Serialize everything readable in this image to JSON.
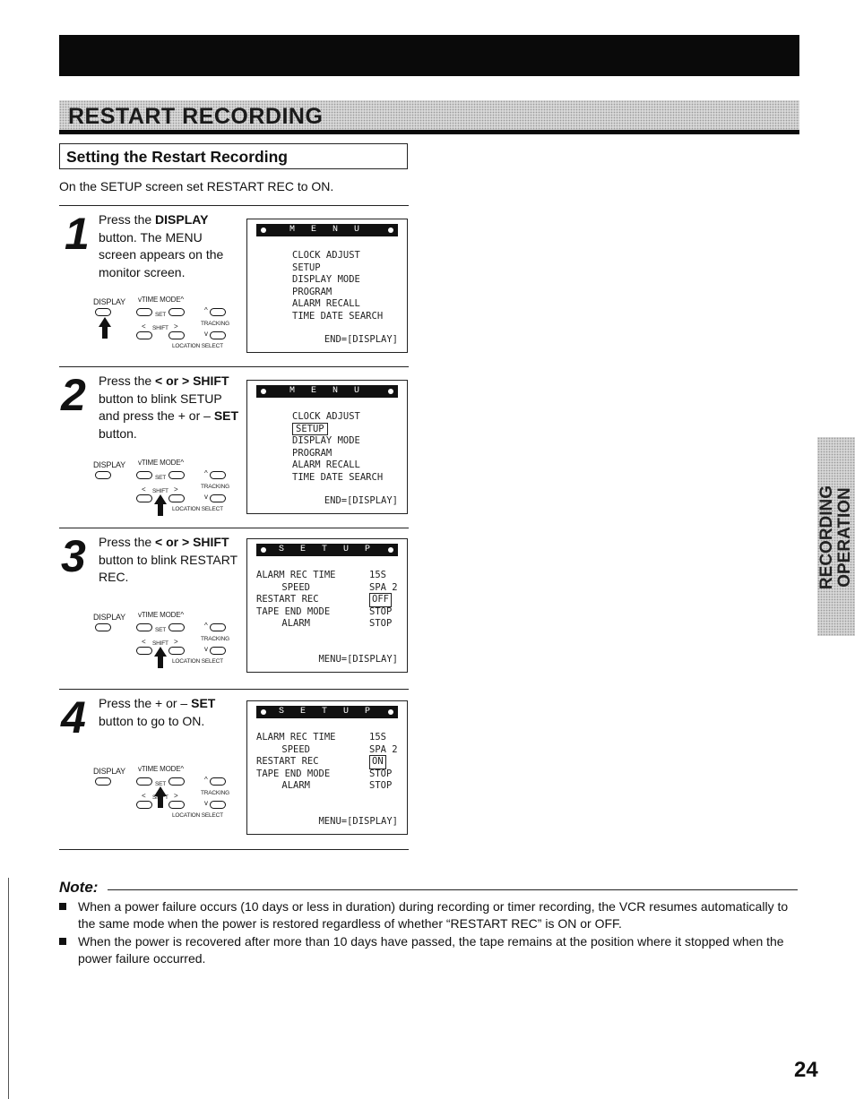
{
  "page_title": "RESTART RECORDING",
  "section_title": "Setting the Restart Recording",
  "intro": "On the SETUP screen set RESTART REC to ON.",
  "steps": [
    {
      "num": "1",
      "text_parts": [
        "Press the ",
        "DISPLAY",
        " button. The MENU screen appears on the monitor screen."
      ],
      "screen": {
        "header": "M E N U",
        "lines": [
          "CLOCK ADJUST",
          "SETUP",
          "DISPLAY MODE",
          "PROGRAM",
          "ALARM RECALL",
          "TIME DATE SEARCH"
        ],
        "footer": "END=[DISPLAY]"
      }
    },
    {
      "num": "2",
      "text_parts": [
        "Press the ",
        "< or >",
        " ",
        "SHIFT",
        " button to blink SETUP and press the + or – ",
        "SET",
        " button."
      ],
      "screen": {
        "header": "M E N U",
        "lines": [
          "CLOCK ADJUST",
          "SETUP",
          "DISPLAY MODE",
          "PROGRAM",
          "ALARM RECALL",
          "TIME DATE SEARCH"
        ],
        "footer": "END=[DISPLAY]"
      }
    },
    {
      "num": "3",
      "text_parts": [
        "Press the ",
        "< or >",
        " ",
        "SHIFT",
        " button to blink RESTART REC."
      ],
      "screen": {
        "header": "S E T U P",
        "rows": [
          {
            "label": "ALARM REC TIME",
            "value": "15S"
          },
          {
            "label": "SPEED",
            "value": "SPA 2"
          },
          {
            "label": "RESTART REC",
            "value": "OFF"
          },
          {
            "label": "TAPE END MODE",
            "value": "STOP"
          },
          {
            "label": "ALARM",
            "value": "STOP"
          }
        ],
        "footer": "MENU=[DISPLAY]"
      }
    },
    {
      "num": "4",
      "text_parts": [
        "Press the + or – ",
        "SET",
        " button to go to ON."
      ],
      "screen": {
        "header": "S E T U P",
        "rows": [
          {
            "label": "ALARM REC TIME",
            "value": "15S"
          },
          {
            "label": "SPEED",
            "value": "SPA 2"
          },
          {
            "label": "RESTART REC",
            "value": "ON"
          },
          {
            "label": "TAPE END MODE",
            "value": "STOP"
          },
          {
            "label": "ALARM",
            "value": "STOP"
          }
        ],
        "footer": "MENU=[DISPLAY]"
      }
    }
  ],
  "remote": {
    "display": "DISPLAY",
    "time_mode": "TIME MODE",
    "set": "SET",
    "shift": "SHIFT",
    "tracking": "TRACKING",
    "location_select": "LOCATION SELECT",
    "lt": "<",
    "gt": ">",
    "up": "^",
    "down": "v"
  },
  "side_tab": {
    "line1": "RECORDING",
    "line2": "OPERATION"
  },
  "note": {
    "title": "Note:",
    "items": [
      "When a power failure occurs (10 days or less in duration) during recording or timer recording, the VCR resumes automatically to the same mode when the power is restored regardless of whether “RESTART REC” is ON or OFF.",
      "When the power is recovered after more than 10 days have passed, the tape remains at the position where it stopped when the power failure occurred."
    ]
  },
  "page_number": "24",
  "colors": {
    "ink": "#111111",
    "band": "#d8d8d8",
    "paper": "#ffffff"
  }
}
